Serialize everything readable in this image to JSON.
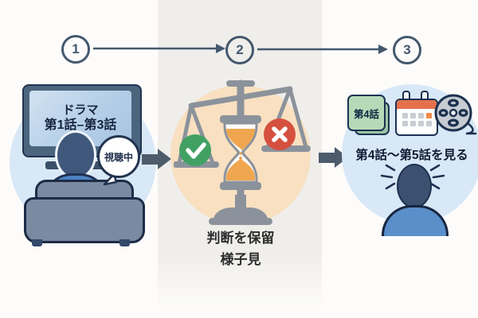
{
  "steps": [
    {
      "number": "1"
    },
    {
      "number": "2"
    },
    {
      "number": "3"
    }
  ],
  "stage1": {
    "tv_title": "ドラマ",
    "tv_episodes": "第1話–第3話",
    "status_badge": "視聴中"
  },
  "stage2": {
    "caption_line1": "判断を保留",
    "caption_line2": "様子見"
  },
  "stage3": {
    "episode_card": "第4話",
    "caption": "第4話〜第5話を見る"
  },
  "icons": [
    "tv-icon",
    "viewer-person-icon",
    "speech-bubble",
    "sofa-icon",
    "balance-scale-icon",
    "hourglass-icon",
    "check-icon",
    "cross-icon",
    "episode-card-icon",
    "calendar-icon",
    "film-reel-icon",
    "thinking-person-icon",
    "emphasis-marks-icon",
    "block-arrow-icon"
  ],
  "colors": {
    "background": "#fdfcfa",
    "middle_strip": "#efeeeb",
    "step_accent": "#44586e",
    "stage_circle_blue": "#d9e8f6",
    "stage_circle_peach": "#f8e0c1",
    "check_green": "#41a163",
    "cross_red": "#d5503f",
    "sand_orange": "#f0a64f",
    "scale_grey": "#8b929b",
    "calendar_orange": "#e4714c",
    "card_green": "#b6dab8",
    "person_blue": "#5a8fca",
    "dark_outline": "#1d3150"
  }
}
